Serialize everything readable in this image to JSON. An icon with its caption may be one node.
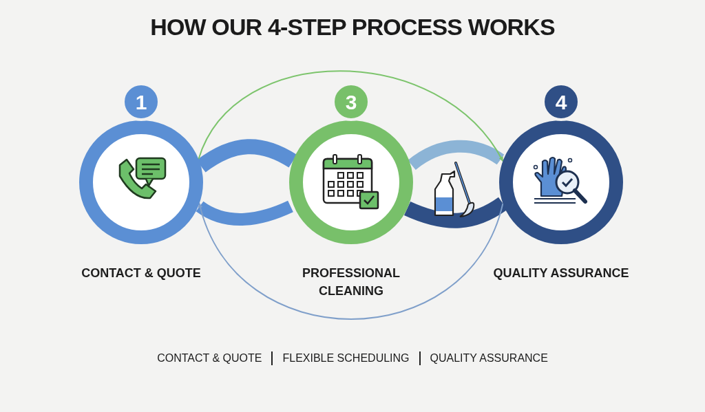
{
  "diagram": {
    "title": "HOW OUR 4-STEP PROCESS WORKS",
    "nodes": [
      {
        "text": [
          "1",
          "CONTACT & QUOTE"
        ]
      },
      {
        "text": [
          "3",
          "PROFESSIONAL CLEANING"
        ]
      },
      {
        "text": [
          "4",
          "QUALITY ASSURANCE"
        ]
      }
    ],
    "edges": [
      {
        "from": 0,
        "to": 1,
        "arrow": "none",
        "style": "thick",
        "color": "#5b8fd4"
      },
      {
        "from": 1,
        "to": 2,
        "arrow": "none",
        "style": "thick",
        "color": "#2f4f86"
      },
      {
        "from": 0,
        "to": 2,
        "arrow": "to",
        "color": "#7cc46c"
      },
      {
        "from": 2,
        "to": 0,
        "arrow": "to",
        "color": "#7f9fca"
      }
    ],
    "labels": [
      "CONTACT & QUOTE",
      "FLEXIBLE SCHEDULING",
      "QUALITY ASSURANCE"
    ]
  }
}
